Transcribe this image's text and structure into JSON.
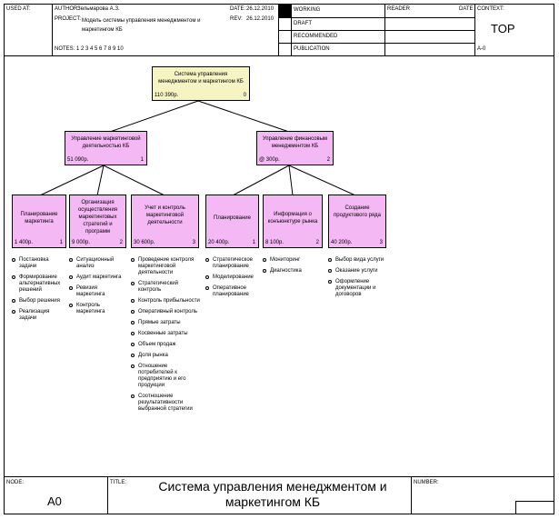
{
  "header": {
    "used_at": "USED AT:",
    "author_label": "AUTHOR:",
    "author": "Зельмарова А.З.",
    "date_label": "DATE:",
    "date": "26.12.2010",
    "project_label": "PROJECT:",
    "project": "Модель системы управления менеджментом и маркетингом КБ",
    "rev_label": "REV:",
    "rev": "26.12.2010",
    "notes": "NOTES: 1 2 3 4 5 6 7 8 9 10",
    "status": [
      "WORKING",
      "DRAFT",
      "RECOMMENDED",
      "PUBLICATION"
    ],
    "reader": "READER",
    "date2": "DATE",
    "context": "CONTEXT:",
    "context_value": "TOP",
    "node_ref": "A-0"
  },
  "nodes": {
    "root": {
      "title": "Система управления менеджментом и маркетингом КБ",
      "cost": "110 390р.",
      "num": "0"
    },
    "mid_left": {
      "title": "Управление маркетинговой деятельностью КБ",
      "cost": "51 090р.",
      "num": "1"
    },
    "mid_right": {
      "title": "Управление финансовым менеджментом КБ",
      "cost": "@ 300р.",
      "num": "2"
    },
    "leaves": [
      {
        "title": "Планирование маркетинга",
        "cost": "1 400р.",
        "num": "1"
      },
      {
        "title": "Организация осуществления маркетинговых стратегий и программ",
        "cost": "9 000р.",
        "num": "2"
      },
      {
        "title": "Учет и контроль маркетинговой деятельности",
        "cost": "30 600р.",
        "num": "3"
      },
      {
        "title": "Планирование",
        "cost": "20 400р.",
        "num": "1"
      },
      {
        "title": "Информация о конъюнктуре рынка",
        "cost": "8 100р.",
        "num": "2"
      },
      {
        "title": "Создание продуктового ряда",
        "cost": "40 200р.",
        "num": "3"
      }
    ]
  },
  "bullets": [
    [
      "Постановка задачи",
      "Формирование альтернативных решений",
      "Выбор решения",
      "Реализация задачи"
    ],
    [
      "Ситуационный анализ",
      "Аудит маркетинга",
      "Ревизия маркетинга",
      "Контроль маркетинга"
    ],
    [
      "Проведение контроля маркетинговой деятельности",
      "Стратегический контроль",
      "Контроль прибыльности",
      "Оперативный контроль",
      "Прямые затраты",
      "Косвенные затраты",
      "Объем продаж",
      "Доля рынка",
      "Отношение потребителей к предприятию и его продукции",
      "Соотношение результативности выбранной стратегии"
    ],
    [
      "Стратегическое планирование",
      "Моделирование",
      "Оперативное планирование"
    ],
    [
      "Мониторинг",
      "Диагностика"
    ],
    [
      "Выбор вида услуги",
      "Оказание услуги",
      "Оформление документации и договоров"
    ]
  ],
  "footer": {
    "node_label": "NODE:",
    "node_value": "A0",
    "title_label": "TITLE:",
    "title": "Система управления менеджментом и маркетингом КБ",
    "number_label": "NUMBER:"
  }
}
